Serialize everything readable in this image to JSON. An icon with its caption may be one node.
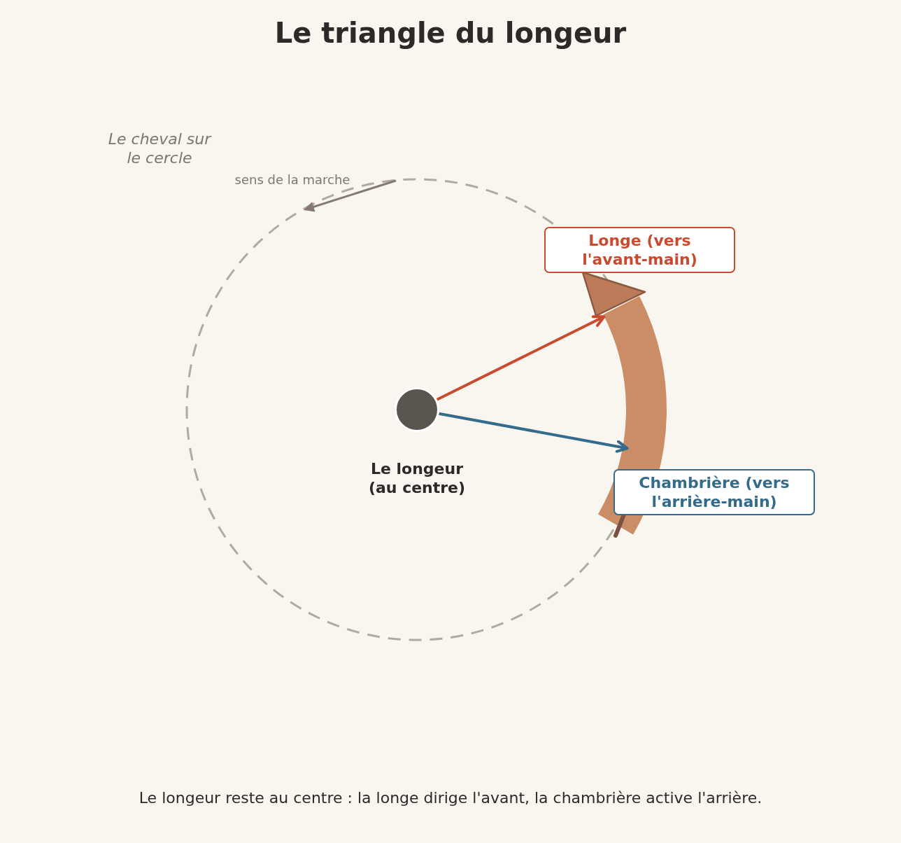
{
  "diagram": {
    "title": "Le triangle du longeur",
    "caption": "Le longeur reste au centre : la longe dirige l'avant, la chambrière active l'arrière.",
    "nodes": [
      {
        "text": [],
        "shape": "circle",
        "beside": [
          "Le longeur (au centre)"
        ]
      },
      {
        "text": [
          "Longe (vers l'avant-main)"
        ]
      },
      {
        "text": [
          "Chambrière (vers l'arrière-main)"
        ]
      }
    ],
    "edges": [
      {
        "from": 0,
        "to": 1,
        "arrow": "to",
        "color": "#c84b31"
      },
      {
        "from": 0,
        "to": 2,
        "arrow": "to",
        "color": "#336b8c"
      }
    ],
    "labels": [
      "Le cheval sur le cercle",
      "sens de la marche"
    ]
  }
}
